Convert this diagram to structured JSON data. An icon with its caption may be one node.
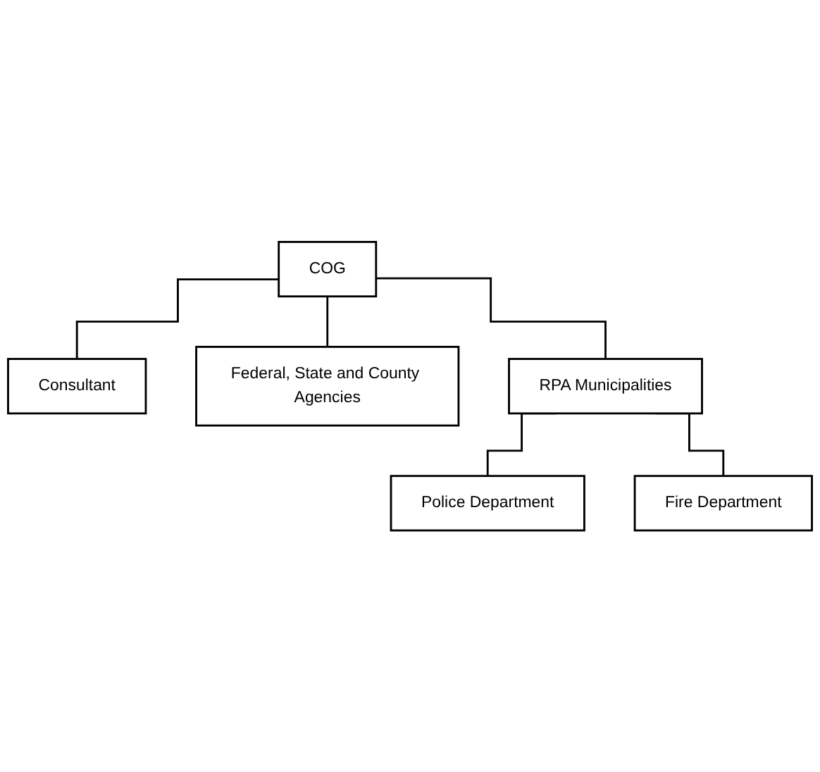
{
  "diagram": {
    "nodes": [
      {
        "text": [
          "COG"
        ]
      },
      {
        "text": [
          "Consultant"
        ]
      },
      {
        "text": [
          "Federal, State and County Agencies"
        ]
      },
      {
        "text": [
          "RPA Municipalities"
        ]
      },
      {
        "text": [
          "Police Department"
        ]
      },
      {
        "text": [
          "Fire Department"
        ]
      }
    ],
    "edges": [
      {
        "from": 0,
        "to": 1,
        "arrow": "none"
      },
      {
        "from": 0,
        "to": 2,
        "arrow": "none"
      },
      {
        "from": 0,
        "to": 3,
        "arrow": "none"
      },
      {
        "from": 3,
        "to": 4,
        "arrow": "none"
      },
      {
        "from": 3,
        "to": 5,
        "arrow": "none"
      }
    ]
  }
}
